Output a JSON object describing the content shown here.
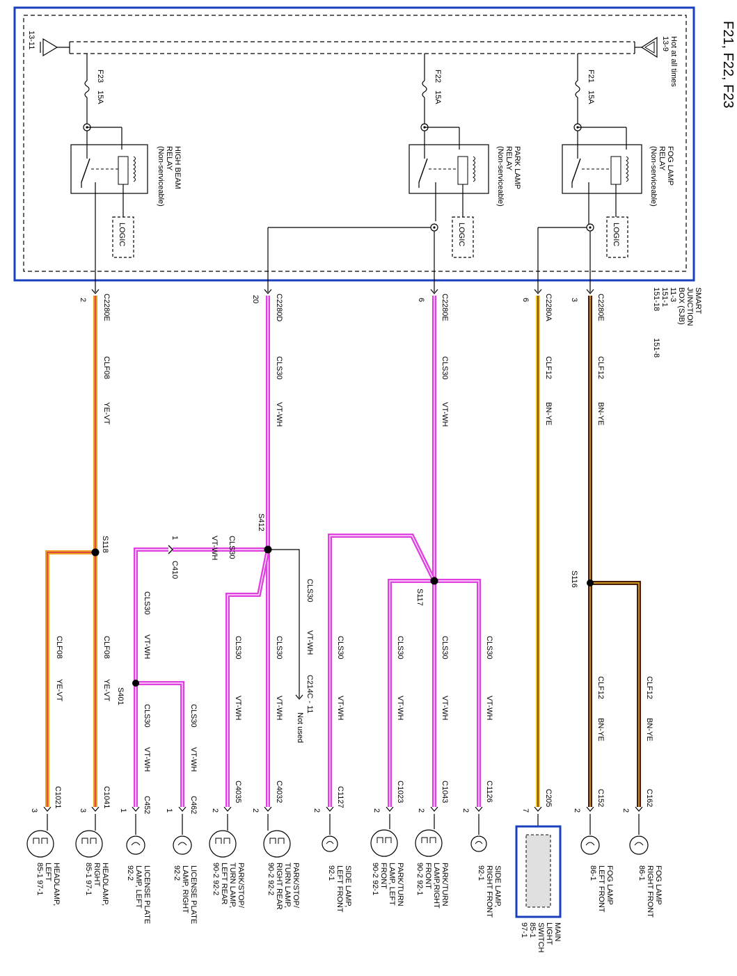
{
  "title": "F21, F22, F23",
  "box": {
    "label_lines": [
      "SMART",
      "JUNCTION",
      "BOX (SJB)",
      "11-3",
      "151-1",
      "151-18"
    ],
    "extra_ref": "151-8",
    "hot_lines": [
      "Hot at all times",
      "13-9"
    ],
    "ground_ref": "13-11",
    "logic": "LOGIC"
  },
  "fuses": [
    {
      "name": "F21",
      "rating": "15A"
    },
    {
      "name": "F22",
      "rating": "15A"
    },
    {
      "name": "F23",
      "rating": "15A"
    }
  ],
  "relays": [
    {
      "lines": [
        "FOG LAMP",
        "RELAY",
        "(Non-serviceable)"
      ]
    },
    {
      "lines": [
        "PARK LAMP",
        "RELAY",
        "(Non-serviceable)"
      ]
    },
    {
      "lines": [
        "HIGH BEAM",
        "RELAY",
        "(Non-serviceable)"
      ]
    }
  ],
  "wires": [
    {
      "pin": "3",
      "conn": "C2280E",
      "circuit": "CLF12",
      "color": "BN-YE"
    },
    {
      "pin": "6",
      "conn": "C2280A",
      "circuit": "CLF12",
      "color": "BN-YE"
    },
    {
      "pin": "6",
      "conn": "C2280E",
      "circuit": "CLS30",
      "color": "VT-WH"
    },
    {
      "pin": "20",
      "conn": "C2280D",
      "circuit": "CLS30",
      "color": "VT-WH"
    },
    {
      "pin": "2",
      "conn": "C2280E",
      "circuit": "CLF08",
      "color": "YE-VT"
    }
  ],
  "splices": {
    "s116": "S116",
    "s117": "S117",
    "s412": "S412",
    "s118": "S118",
    "s401": "S401"
  },
  "branch_labels": {
    "fog_r": {
      "circuit": "CLF12",
      "color": "BN-YE"
    },
    "fog_l": {
      "circuit": "CLF12",
      "color": "BN-YE"
    },
    "side_r": {
      "circuit": "CLS30",
      "color": "VT-WH"
    },
    "park_r": {
      "circuit": "CLS30",
      "color": "VT-WH"
    },
    "park_l": {
      "circuit": "CLS30",
      "color": "VT-WH"
    },
    "side_l": {
      "circuit": "CLS30",
      "color": "VT-WH"
    },
    "c214": {
      "circuit": "CLS30",
      "color": "VT-WH"
    },
    "rear_r": {
      "circuit": "CLS30",
      "color": "VT-WH"
    },
    "rear_l": {
      "circuit": "CLS30",
      "color": "VT-WH"
    },
    "c410_link": {
      "circuit": "CLS30",
      "color": "VT-WH"
    },
    "c410_down": {
      "circuit": "CLS30",
      "color": "VT-WH"
    },
    "lic_r": {
      "circuit": "CLS30",
      "color": "VT-WH"
    },
    "lic_l": {
      "circuit": "CLS30",
      "color": "VT-WH"
    },
    "head_r": {
      "circuit": "CLF08",
      "color": "YE-VT"
    },
    "head_l": {
      "circuit": "CLF08",
      "color": "YE-VT"
    }
  },
  "c410": {
    "conn": "C410",
    "pin": "1"
  },
  "c214": {
    "conn": "C214C - 11",
    "note": "Not used"
  },
  "loads": [
    {
      "conn": "C162",
      "pin": "2",
      "lines": [
        "FOG LAMP",
        "RIGHT FRONT",
        "86-1"
      ]
    },
    {
      "conn": "C152",
      "pin": "2",
      "lines": [
        "FOG LAMP",
        "LEFT FRONT",
        "86-1"
      ]
    },
    {
      "conn": "C205",
      "pin": "7",
      "lines": [
        "MAIN",
        "LIGHT",
        "SWITCH",
        "85-1",
        "97-1"
      ]
    },
    {
      "conn": "C1126",
      "pin": "2",
      "lines": [
        "SIDE LAMP,",
        "RIGHT FRONT",
        "92-1"
      ]
    },
    {
      "conn": "C1043",
      "pin": "2",
      "lines": [
        "PARK/TURN",
        "LAMP,RIGHT",
        "FRONT",
        "90-2      92-1"
      ]
    },
    {
      "conn": "C1023",
      "pin": "2",
      "lines": [
        "PARK/TURN",
        "LAMP, LEFT",
        "FRONT",
        "90-2      92-1"
      ]
    },
    {
      "conn": "C1127",
      "pin": "2",
      "lines": [
        "SIDE LAMP,",
        "LEFT FRONT",
        "92-1"
      ]
    },
    {
      "conn": "C4032",
      "pin": "2",
      "lines": [
        "PARK/STOP/",
        "TURN LAMP,",
        "RIGHT REAR",
        "90-2      92-2"
      ]
    },
    {
      "conn": "C4035",
      "pin": "2",
      "lines": [
        "PARK/STOP/",
        "TURN LAMP,",
        "LEFT REAR",
        "90-2      92-2"
      ]
    },
    {
      "conn": "C462",
      "pin": "1",
      "lines": [
        "LICENSE PLATE",
        "LAMP, RIGHT",
        "92-2"
      ]
    },
    {
      "conn": "C452",
      "pin": "1",
      "lines": [
        "LICENSE PLATE",
        "LAMP, LEFT",
        "92-2"
      ]
    },
    {
      "conn": "C1041",
      "pin": "3",
      "lines": [
        "HEADLAMP,",
        "RIGHT",
        "85-1      97-1"
      ]
    },
    {
      "conn": "C1021",
      "pin": "3",
      "lines": [
        "HEADLAMP,",
        "LEFT",
        "85-1      97-1"
      ]
    }
  ],
  "colors": {
    "border": "#1a3fbf",
    "bn_ye_core": "#4a1a0a",
    "bn_ye_stripe": "#f0c020",
    "vt_wh": "#e040e0",
    "ye_vt": "#f0a020",
    "ye_vt_stripe": "#d03050",
    "switch_fill": "#e0e0e0"
  }
}
